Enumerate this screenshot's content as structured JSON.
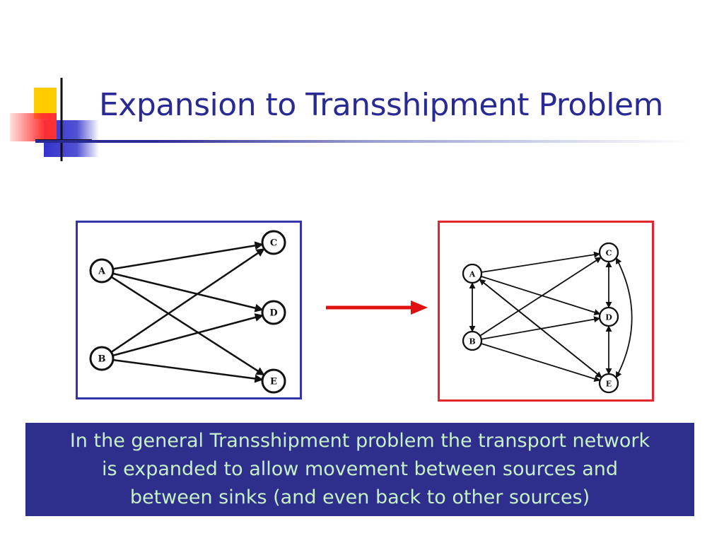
{
  "slide": {
    "title": "Expansion to Transshipment Problem",
    "caption_lines": [
      "In the general Transshipment problem the transport network",
      "is expanded to allow movement between sources and",
      "between sinks (and even back to other sources)"
    ]
  },
  "colors": {
    "title": "#2a2a94",
    "left_frame": "#3333aa",
    "right_frame": "#e0262a",
    "arrow": "#e01010",
    "caption_bg": "#2e2e8c",
    "caption_text": "#c8f0c8"
  },
  "diagrams": {
    "left": {
      "nodes": [
        {
          "id": "A",
          "label": "A"
        },
        {
          "id": "B",
          "label": "B"
        },
        {
          "id": "C",
          "label": "C"
        },
        {
          "id": "D",
          "label": "D"
        },
        {
          "id": "E",
          "label": "E"
        }
      ],
      "edges": [
        {
          "from": "A",
          "to": "C",
          "bidirectional": false
        },
        {
          "from": "A",
          "to": "D",
          "bidirectional": false
        },
        {
          "from": "A",
          "to": "E",
          "bidirectional": false
        },
        {
          "from": "B",
          "to": "C",
          "bidirectional": false
        },
        {
          "from": "B",
          "to": "D",
          "bidirectional": false
        },
        {
          "from": "B",
          "to": "E",
          "bidirectional": false
        }
      ]
    },
    "right": {
      "nodes": [
        {
          "id": "A",
          "label": "A"
        },
        {
          "id": "B",
          "label": "B"
        },
        {
          "id": "C",
          "label": "C"
        },
        {
          "id": "D",
          "label": "D"
        },
        {
          "id": "E",
          "label": "E"
        }
      ],
      "edges": [
        {
          "from": "A",
          "to": "C",
          "bidirectional": false
        },
        {
          "from": "A",
          "to": "D",
          "bidirectional": false
        },
        {
          "from": "A",
          "to": "E",
          "bidirectional": false
        },
        {
          "from": "B",
          "to": "C",
          "bidirectional": false
        },
        {
          "from": "B",
          "to": "D",
          "bidirectional": false
        },
        {
          "from": "B",
          "to": "E",
          "bidirectional": false
        },
        {
          "from": "A",
          "to": "B",
          "bidirectional": true
        },
        {
          "from": "C",
          "to": "D",
          "bidirectional": true
        },
        {
          "from": "D",
          "to": "E",
          "bidirectional": true
        },
        {
          "from": "C",
          "to": "E",
          "bidirectional": true,
          "curved": true
        },
        {
          "from": "E",
          "to": "A",
          "bidirectional": false
        }
      ]
    }
  }
}
